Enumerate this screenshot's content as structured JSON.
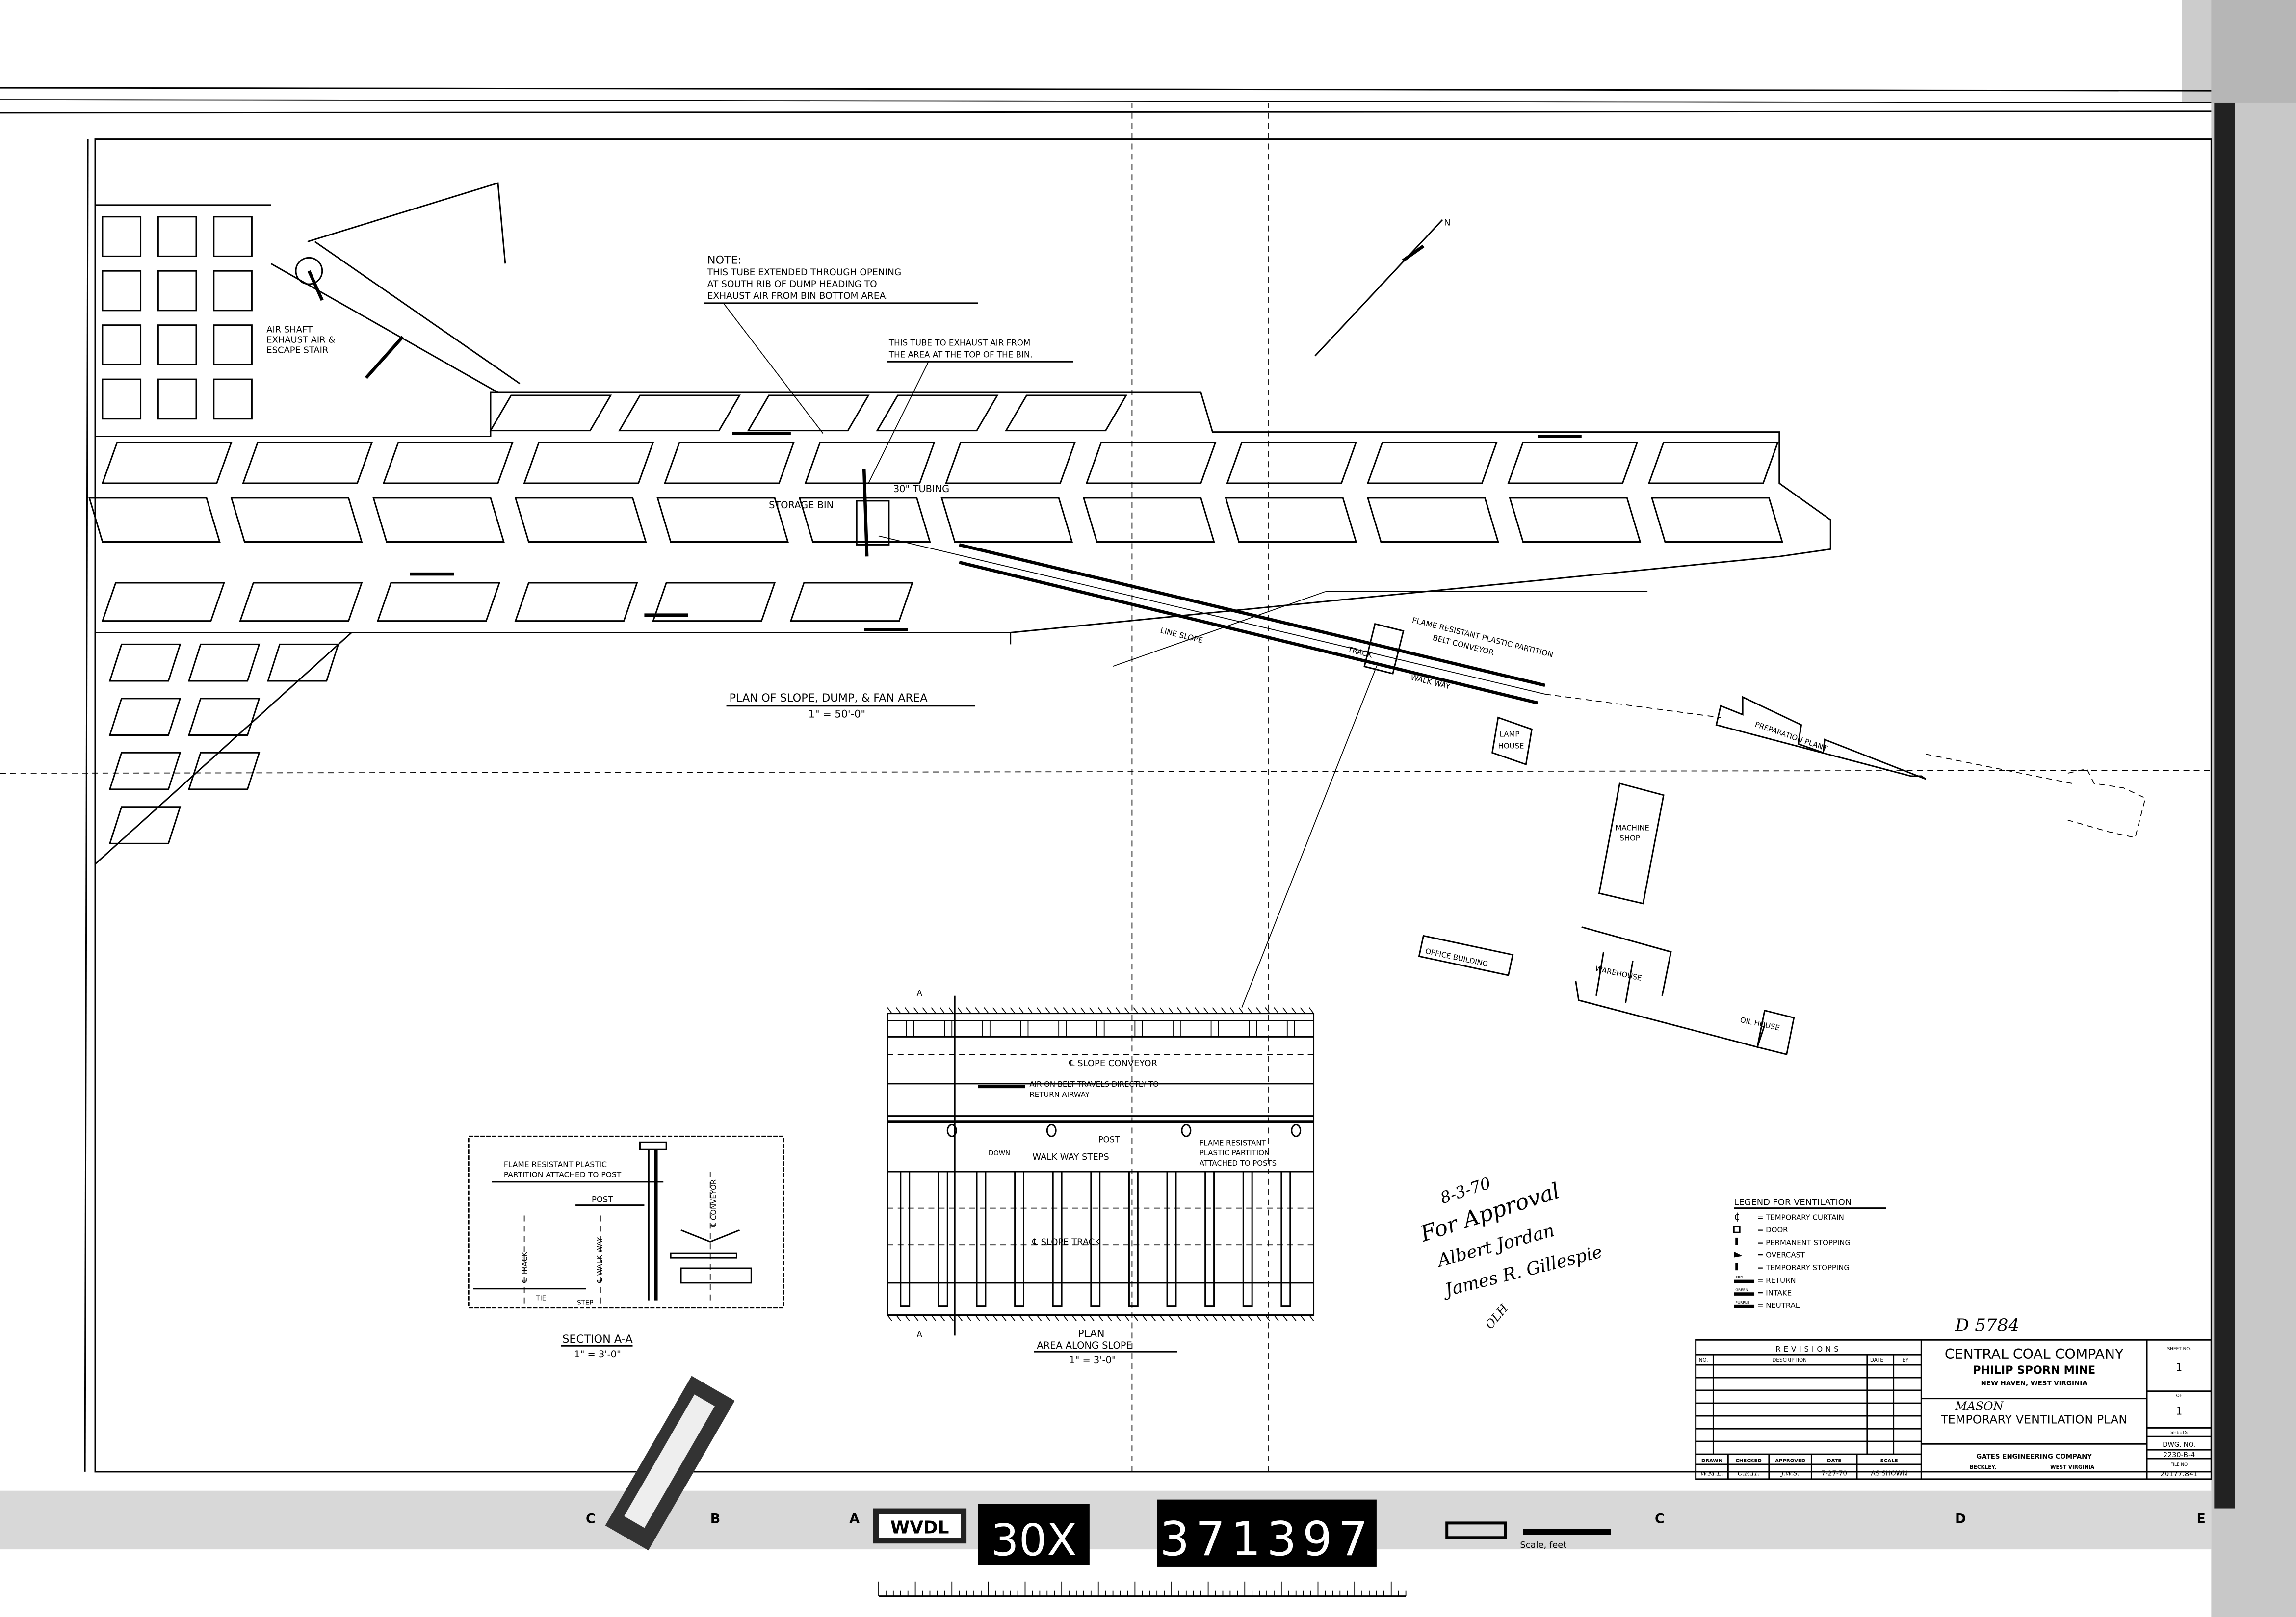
{
  "colors": {
    "ink": "#000000",
    "paper": "#ffffff",
    "scan_noise": "#9a9a9a"
  },
  "mine_plan": {
    "note": {
      "title": "NOTE:",
      "lines": [
        "THIS TUBE EXTENDED THROUGH OPENING",
        "AT SOUTH RIB OF DUMP HEADING TO",
        "EXHAUST AIR FROM BIN BOTTOM AREA."
      ]
    },
    "note2": {
      "lines": [
        "THIS TUBE TO EXHAUST AIR FROM",
        "THE AREA AT THE TOP OF THE BIN."
      ]
    },
    "air_shaft": {
      "lines": [
        "AIR SHAFT",
        "EXHAUST AIR &",
        "ESCAPE STAIR"
      ]
    },
    "tubing_label": "30\" TUBING",
    "storage_bin_label": "STORAGE BIN",
    "title": "PLAN OF SLOPE, DUMP, & FAN AREA",
    "scale": "1\" = 50'-0\"",
    "north_label": "N",
    "slope_labels": {
      "partition": "FLAME RESISTANT PLASTIC PARTITION",
      "belt": "BELT CONVEYOR",
      "walkway": "WALK WAY",
      "track": "TRACK",
      "slope": "LINE SLOPE"
    },
    "buildings": {
      "lamp_house": [
        "LAMP",
        "HOUSE"
      ],
      "preparation_plant": "PREPARATION PLANT",
      "machine_shop": [
        "MACHINE",
        "SHOP"
      ],
      "office_building": "OFFICE BUILDING",
      "warehouse": "WAREHOUSE",
      "oil_house": "OIL HOUSE"
    }
  },
  "plan_along_slope": {
    "conveyor": "℄ SLOPE CONVEYOR",
    "air_note": [
      "AIR ON BELT TRAVELS DIRECTLY TO",
      "RETURN AIRWAY"
    ],
    "post": "POST",
    "down": "DOWN",
    "walkway_steps": "WALK WAY STEPS",
    "partition": [
      "FLAME RESISTANT",
      "PLASTIC PARTITION",
      "ATTACHED TO POSTS"
    ],
    "track": "℄ SLOPE TRACK",
    "section_mark": "A",
    "title": "PLAN",
    "subtitle": "AREA ALONG SLOPE",
    "scale": "1\" = 3'-0\""
  },
  "section_aa": {
    "partition": [
      "FLAME RESISTANT PLASTIC",
      "PARTITION ATTACHED TO POST"
    ],
    "post": "POST",
    "track": "℄ TRACK",
    "walkway": "℄ WALK WAY",
    "conveyor": "℄ CONVEYOR",
    "tie": "TIE",
    "step": "STEP",
    "title": "SECTION A-A",
    "scale": "1\" = 3'-0\""
  },
  "legend": {
    "title": "LEGEND FOR VENTILATION",
    "items": [
      {
        "icon": "curtain-icon",
        "label": "= TEMPORARY CURTAIN"
      },
      {
        "icon": "door-icon",
        "label": "= DOOR"
      },
      {
        "icon": "permanent-stopping-icon",
        "label": "= PERMANENT STOPPING"
      },
      {
        "icon": "overcast-icon",
        "label": "= OVERCAST"
      },
      {
        "icon": "temporary-stopping-icon",
        "label": "= TEMPORARY STOPPING"
      },
      {
        "icon": "arrow-icon",
        "color_note": "RED",
        "label": "= RETURN"
      },
      {
        "icon": "arrow-icon",
        "color_note": "GREEN",
        "label": "= INTAKE"
      },
      {
        "icon": "arrow-icon",
        "color_note": "PURPLE",
        "label": "= NEUTRAL"
      }
    ]
  },
  "approval": {
    "date": "8-3-70",
    "text": "For Approval",
    "sign1": "Albert Jordan",
    "sign2": "James R. Gillespie",
    "initials": "OLH",
    "file_mark": "D 5784"
  },
  "title_block": {
    "revisions": {
      "title": "REVISIONS",
      "headers": [
        "NO.",
        "DESCRIPTION",
        "DATE",
        "BY"
      ],
      "rows": 7
    },
    "signoff_headers": [
      "DRAWN",
      "CHECKED",
      "APPROVED",
      "DATE",
      "SCALE"
    ],
    "signoff_values": [
      "W.M.L.",
      "C.R.H.",
      "J.W.S.",
      "7-27-70",
      "AS SHOWN"
    ],
    "company": "CENTRAL COAL COMPANY",
    "mine": "PHILIP SPORN MINE",
    "location": "NEW HAVEN, WEST VIRGINIA",
    "county": "MASON",
    "drawing_title": "TEMPORARY VENTILATION PLAN",
    "engineer": "GATES ENGINEERING COMPANY",
    "engineer_city": "BECKLEY,",
    "engineer_state": "WEST VIRGINIA",
    "sheet_label": "SHEET NO.",
    "sheet_no": "1",
    "of_label": "OF",
    "sheets_total": "1",
    "sheets_label": "SHEETS",
    "dwg_label": "DWG. NO.",
    "dwg_no": "2230-B-4",
    "file_label": "FILE NO",
    "file_no": "20177.841"
  },
  "film_strip": {
    "archive": "WVDL",
    "reduction": "30X",
    "frame": "371397",
    "scale_label": "Scale, feet",
    "grid_letters": [
      "C",
      "B",
      "A",
      "C",
      "D",
      "E"
    ]
  }
}
